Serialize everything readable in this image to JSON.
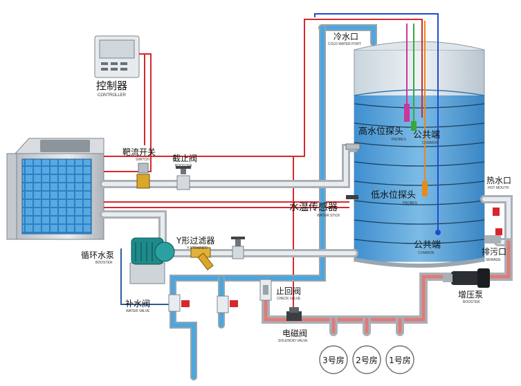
{
  "labels": {
    "controller": {
      "cn": "控制器",
      "en": "CONTROLLER"
    },
    "target_switch": {
      "cn": "靶流开关",
      "en": "SWITCH"
    },
    "stop_valve": {
      "cn": "截止阀",
      "en": "BOOSTER"
    },
    "cold_water_port": {
      "cn": "冷水口",
      "en": "COLD WATER PORT"
    },
    "high_level_probe": {
      "cn": "高水位探头",
      "en": "PROBES"
    },
    "common_top": {
      "cn": "公共端",
      "en": "COMMON"
    },
    "low_level_probe": {
      "cn": "低水位探头",
      "en": "PROBES"
    },
    "water_temp_sensor": {
      "cn": "水温传感器",
      "en": "WATER STICK"
    },
    "common_bottom": {
      "cn": "公共端",
      "en": "COMMON"
    },
    "hot_water_port": {
      "cn": "热水口",
      "en": "HOT MOUTH"
    },
    "drain_port": {
      "cn": "排污口",
      "en": "SEWAGE"
    },
    "booster_pump": {
      "cn": "增压泵",
      "en": "BOOSTER"
    },
    "y_strainer": {
      "cn": "Y形过滤器",
      "en": "Y-STRAINER"
    },
    "circulation_pump": {
      "cn": "循环水泵",
      "en": "BOOSTER"
    },
    "makeup_valve": {
      "cn": "补水阀",
      "en": "WATER VALVE"
    },
    "check_valve": {
      "cn": "止回阀",
      "en": "CHECK VALVE"
    },
    "solenoid_valve": {
      "cn": "电磁阀",
      "en": "SOLENOID VALVE"
    }
  },
  "rooms": [
    "3号房",
    "2号房",
    "1号房"
  ],
  "colors": {
    "tank_water": "#5aa5da",
    "pipe_hot": "#e07b78",
    "pipe_cold": "#4ca6e0",
    "wire_red": "#d8262b",
    "wire_blue": "#1f4bd0",
    "probe_magenta": "#c8379a",
    "probe_green": "#36a83a",
    "probe_orange": "#e88a1a",
    "pump_teal": "#1f8a8a"
  }
}
